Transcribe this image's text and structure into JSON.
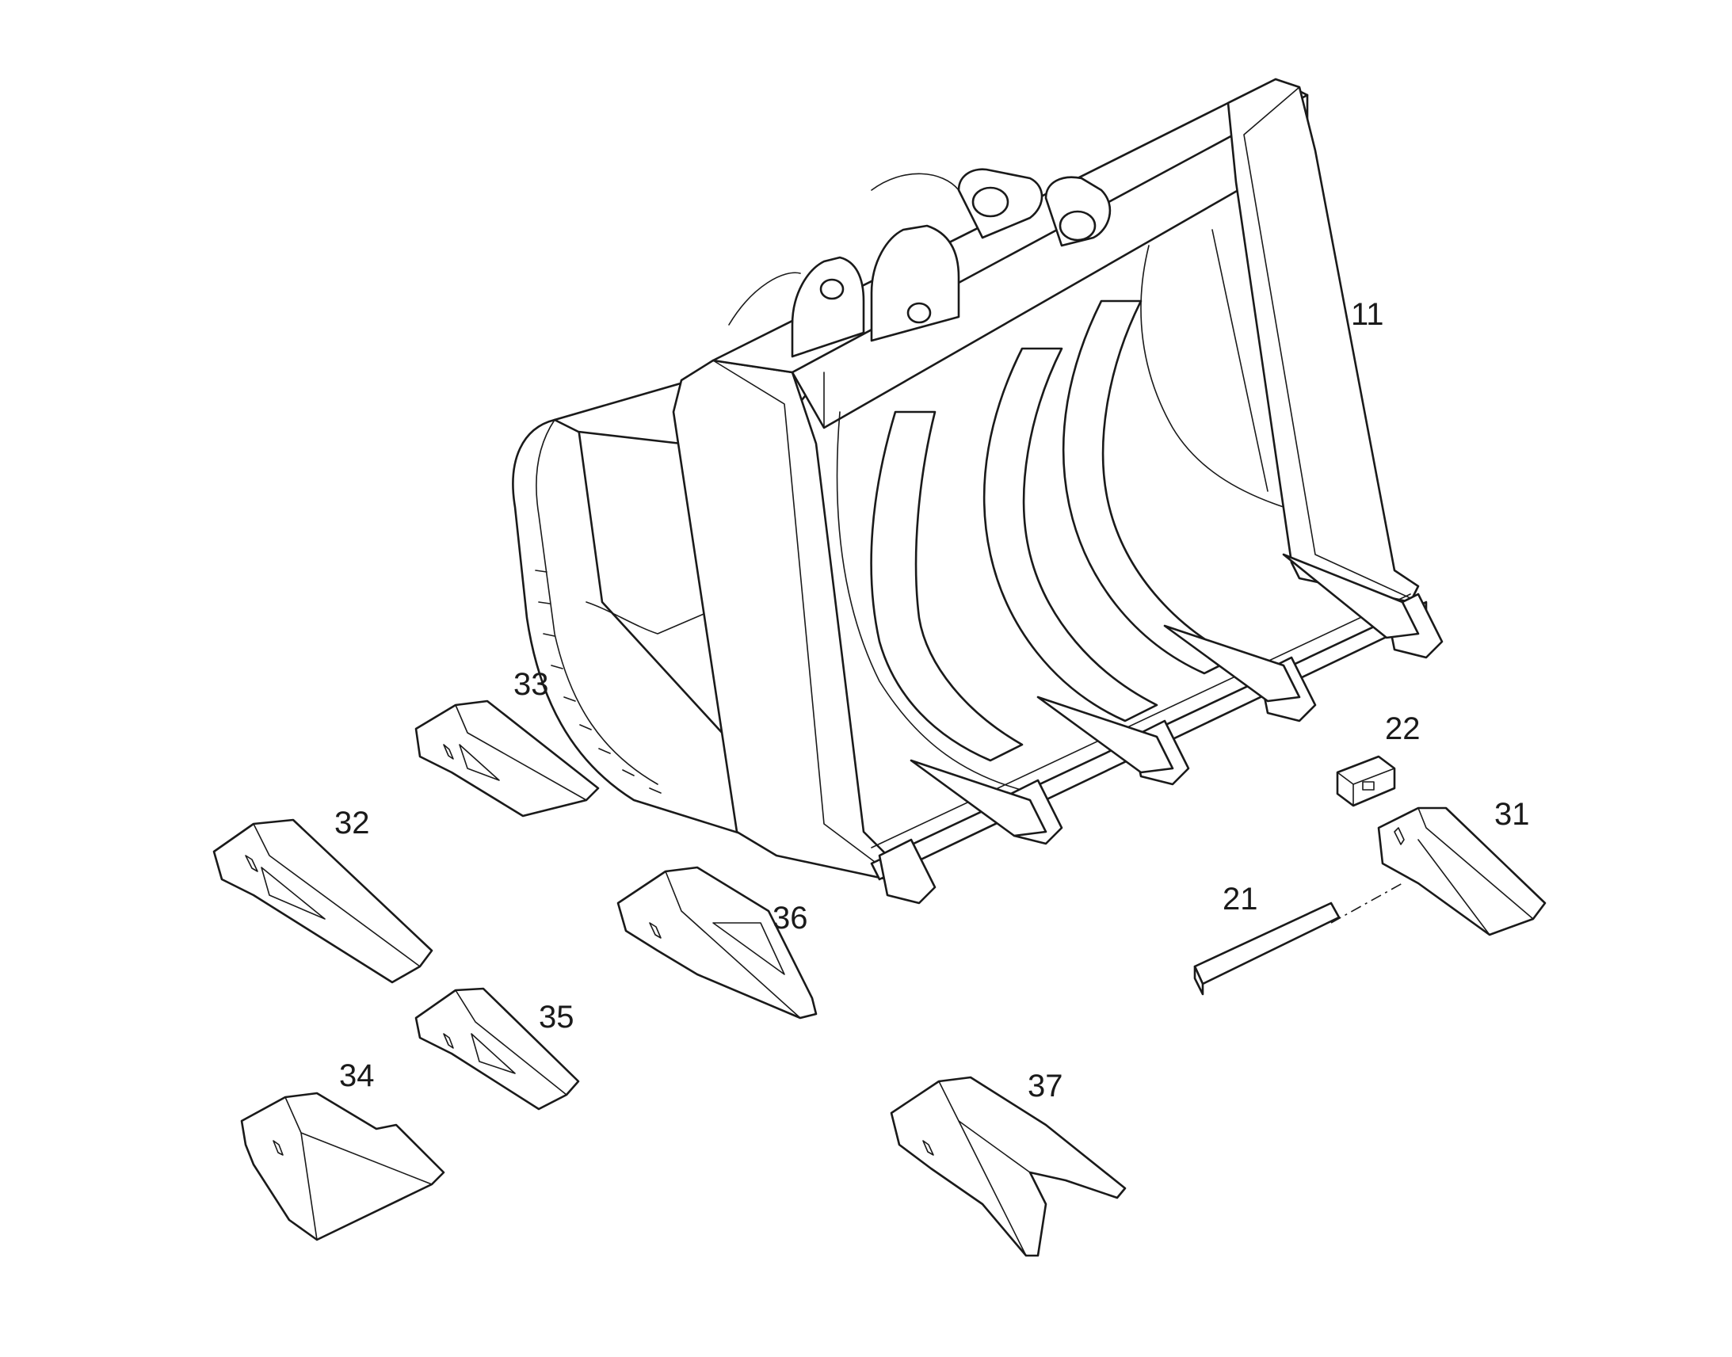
{
  "callouts": [
    {
      "id": "11",
      "label": "11"
    },
    {
      "id": "21",
      "label": "21"
    },
    {
      "id": "22",
      "label": "22"
    },
    {
      "id": "31",
      "label": "31"
    },
    {
      "id": "32",
      "label": "32"
    },
    {
      "id": "33",
      "label": "33"
    },
    {
      "id": "34",
      "label": "34"
    },
    {
      "id": "35",
      "label": "35"
    },
    {
      "id": "36",
      "label": "36"
    },
    {
      "id": "37",
      "label": "37"
    }
  ]
}
